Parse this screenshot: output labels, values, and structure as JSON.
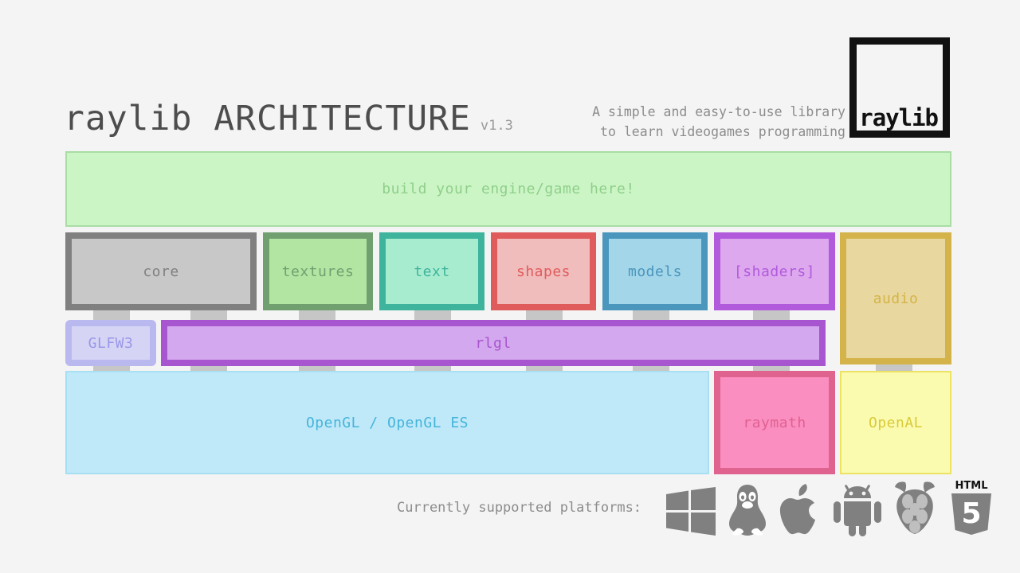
{
  "page": {
    "background": "#f4f4f4",
    "title": "raylib ARCHITECTURE",
    "version": "v1.3",
    "tagline_line1": "A simple and easy-to-use library",
    "tagline_line2": "to learn videogames programming",
    "logo_text": "raylib"
  },
  "user_layer": {
    "label": "build your engine/game here!",
    "fill": "#ccf5c6",
    "border": "#a9ddA4",
    "text_color": "#8fcf8a"
  },
  "modules": [
    {
      "label": "core",
      "border": "#808080",
      "fill": "#c8c8c8",
      "text": "#808080"
    },
    {
      "label": "textures",
      "border": "#70a070",
      "fill": "#b2e5a2",
      "text": "#70a070"
    },
    {
      "label": "text",
      "border": "#3eb49c",
      "fill": "#a8ecd0",
      "text": "#3eb49c"
    },
    {
      "label": "shapes",
      "border": "#e05c5c",
      "fill": "#f0bcbc",
      "text": "#e05c5c"
    },
    {
      "label": "models",
      "border": "#4a96bc",
      "fill": "#a4d6ea",
      "text": "#4a96bc"
    },
    {
      "label": "[shaders]",
      "border": "#b15adc",
      "fill": "#dda8ee",
      "text": "#b15adc"
    },
    {
      "label": "audio",
      "border": "#d4b44a",
      "fill": "#e8d79e",
      "text": "#d4b44a"
    }
  ],
  "middle_layer": [
    {
      "label": "GLFW3",
      "border": "#b9b9f0",
      "fill": "#d6d4f5",
      "text": "#9a97e8"
    },
    {
      "label": "rlgl",
      "border": "#a855d0",
      "fill": "#d4a8ee",
      "text": "#a855d0"
    }
  ],
  "bottom_layer": [
    {
      "label": "OpenGL / OpenGL ES",
      "border": "#a8dff2",
      "fill": "#bfe9f9",
      "text": "#46b4da"
    },
    {
      "label": "raymath",
      "border": "#e0628f",
      "fill": "#fa8ec0",
      "text": "#e0628f"
    },
    {
      "label": "OpenAL",
      "border": "#ece264",
      "fill": "#fbfbaf",
      "text": "#d8ca3c"
    }
  ],
  "platforms": {
    "label": "Currently supported platforms:",
    "icons": [
      "windows-icon",
      "linux-tux-icon",
      "apple-icon",
      "android-icon",
      "raspberry-pi-icon",
      "html5-icon"
    ],
    "icon_color": "#808080",
    "html5_label": "HTML",
    "html5_number": "5"
  },
  "connector_tabs": {
    "color": "#c6c6c6",
    "row1_x": [
      140,
      262,
      398,
      543,
      683,
      817,
      968,
      1122
    ],
    "row2_x": [
      140,
      262,
      398,
      543,
      683,
      817,
      968,
      1122
    ]
  }
}
